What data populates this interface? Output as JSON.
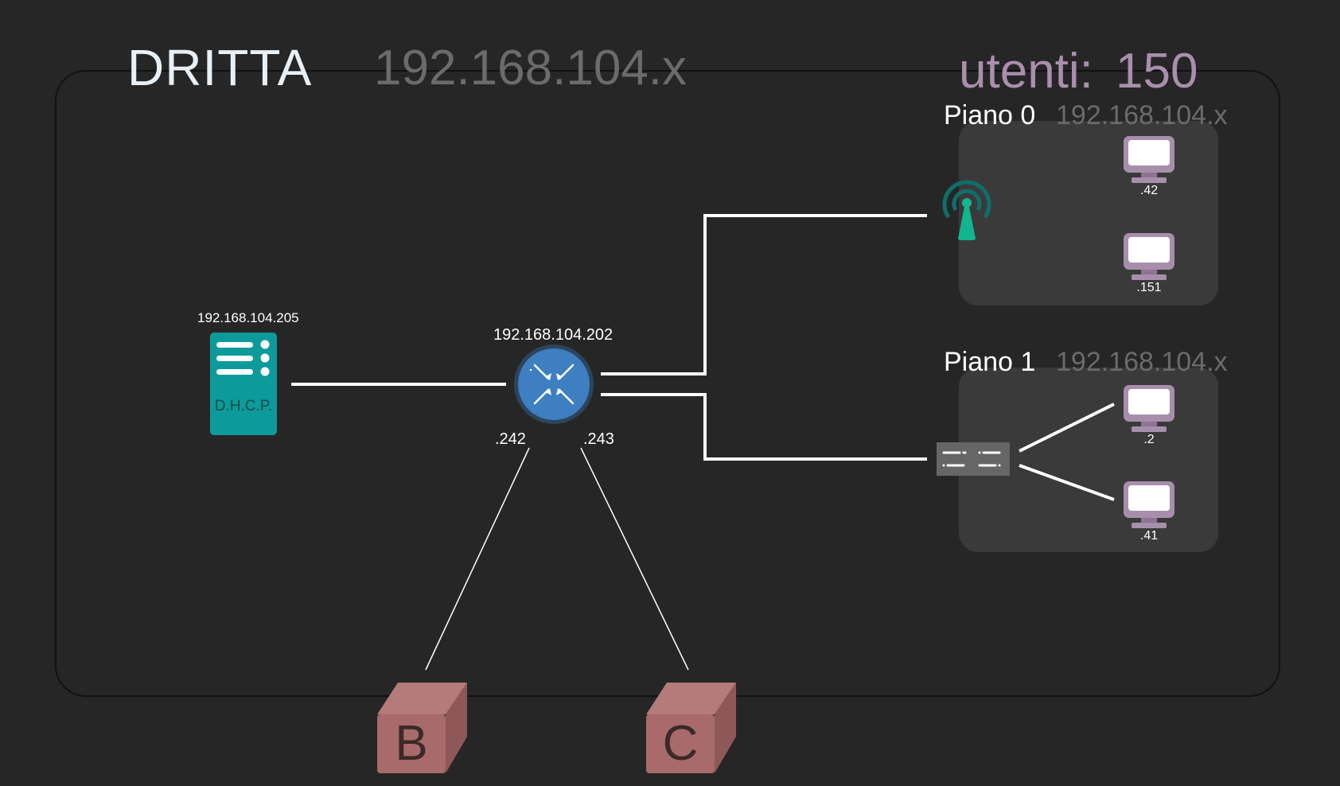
{
  "header": {
    "site_name": "DRITTA",
    "network": "192.168.104.x",
    "users_label": "utenti:",
    "users_count": "150"
  },
  "dhcp": {
    "ip": "192.168.104.205",
    "label": "D.H.C.P."
  },
  "router": {
    "ip": "192.168.104.202",
    "port_left": ".242",
    "port_right": ".243"
  },
  "floors": [
    {
      "name": "Piano 0",
      "network": "192.168.104.x",
      "hosts": [
        ".42",
        ".151"
      ]
    },
    {
      "name": "Piano 1",
      "network": "192.168.104.x",
      "hosts": [
        ".2",
        ".41"
      ]
    }
  ],
  "sites": [
    {
      "letter": "B"
    },
    {
      "letter": "C"
    }
  ],
  "colors": {
    "background": "#262626",
    "title": "#e8f0f6",
    "network_text": "#6b6b6b",
    "users_text": "#a98fab",
    "floor_panel": "#3a3a3a",
    "router": "#3d7fc0",
    "dhcp": "#0c9b9a",
    "antenna": "#12b590",
    "pc": "#a78fac",
    "site_cube": "#a86a6a",
    "switch": "#666666"
  },
  "icons": {
    "dhcp": "server-icon",
    "router": "router-icon",
    "access_point": "wifi-antenna-icon",
    "switch": "switch-icon",
    "pc": "monitor-icon",
    "site": "cube-icon"
  }
}
